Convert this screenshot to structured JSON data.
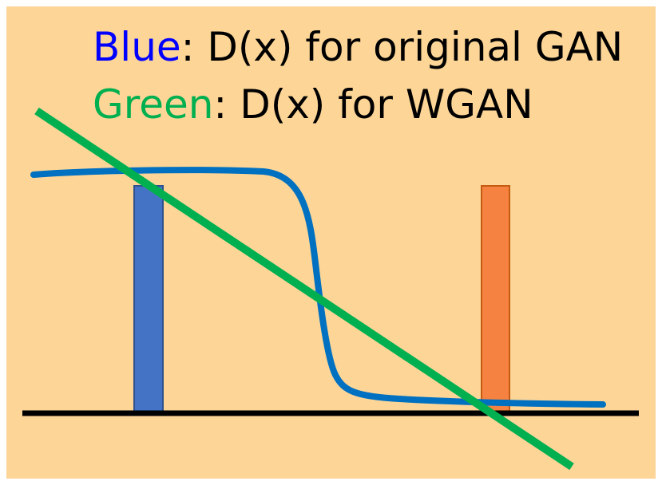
{
  "legend": [
    {
      "color_word": "Blue",
      "separator": ":",
      "description": "D(x) for original GAN",
      "color": "#0000ff"
    },
    {
      "color_word": "Green",
      "separator": ":",
      "description": "D(x) for WGAN",
      "color": "#00b050"
    }
  ],
  "colors": {
    "background": "#fcd597",
    "baseline": "#000000",
    "blue_bar": "#4472c4",
    "orange_bar": "#f58240",
    "blue_curve": "#0070c0",
    "green_line": "#00b050"
  }
}
